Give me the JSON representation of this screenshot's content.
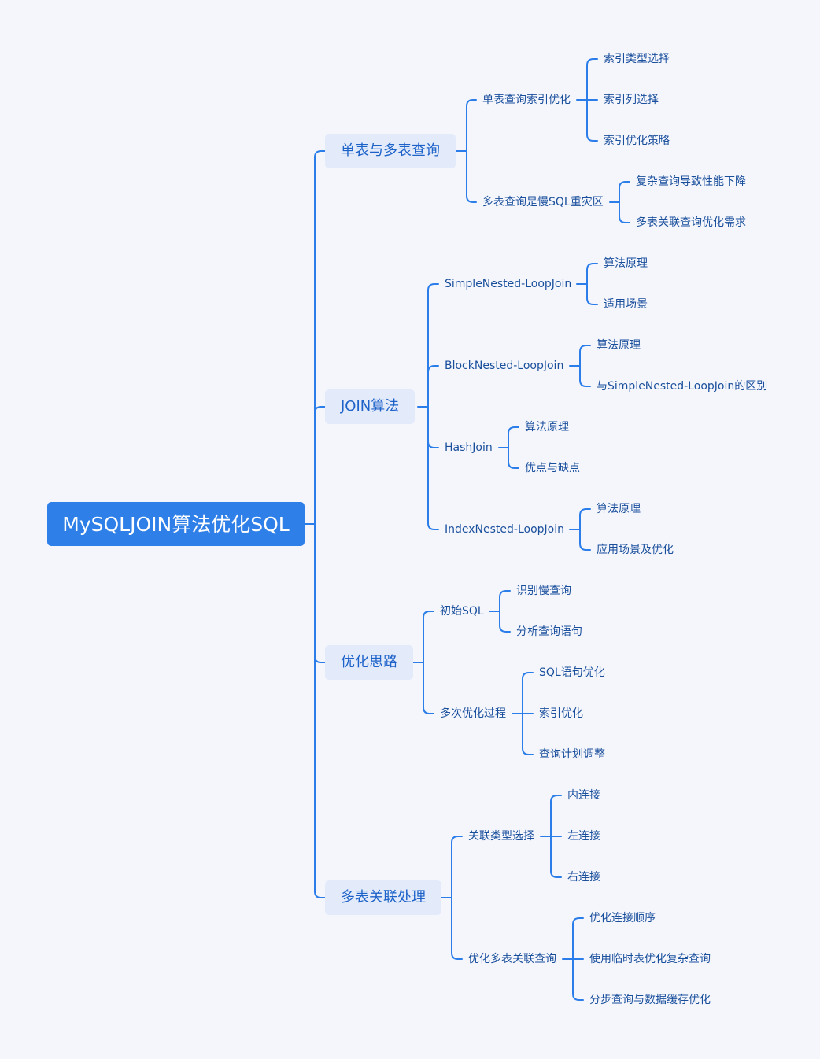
{
  "root": {
    "label": "MySQLJOIN算法优化SQL"
  },
  "branches": [
    {
      "label": "单表与多表查询",
      "children": [
        {
          "label": "单表查询索引优化",
          "children": [
            "索引类型选择",
            "索引列选择",
            "索引优化策略"
          ]
        },
        {
          "label": "多表查询是慢SQL重灾区",
          "children": [
            "复杂查询导致性能下降",
            "多表关联查询优化需求"
          ]
        }
      ]
    },
    {
      "label": "JOIN算法",
      "children": [
        {
          "label": "SimpleNested-LoopJoin",
          "children": [
            "算法原理",
            "适用场景"
          ]
        },
        {
          "label": "BlockNested-LoopJoin",
          "children": [
            "算法原理",
            "与SimpleNested-LoopJoin的区别"
          ]
        },
        {
          "label": "HashJoin",
          "children": [
            "算法原理",
            "优点与缺点"
          ]
        },
        {
          "label": "IndexNested-LoopJoin",
          "children": [
            "算法原理",
            "应用场景及优化"
          ]
        }
      ]
    },
    {
      "label": "优化思路",
      "children": [
        {
          "label": "初始SQL",
          "children": [
            "识别慢查询",
            "分析查询语句"
          ]
        },
        {
          "label": "多次优化过程",
          "children": [
            "SQL语句优化",
            "索引优化",
            "查询计划调整"
          ]
        }
      ]
    },
    {
      "label": "多表关联处理",
      "children": [
        {
          "label": "关联类型选择",
          "children": [
            "内连接",
            "左连接",
            "右连接"
          ]
        },
        {
          "label": "优化多表关联查询",
          "children": [
            "优化连接顺序",
            "使用临时表优化复杂查询",
            "分步查询与数据缓存优化"
          ]
        }
      ]
    }
  ],
  "colors": {
    "background": "#f4f6fc",
    "root_fill": "#2f7fe8",
    "branch_fill": "#e3ebfb",
    "line": "#2b7de9"
  }
}
